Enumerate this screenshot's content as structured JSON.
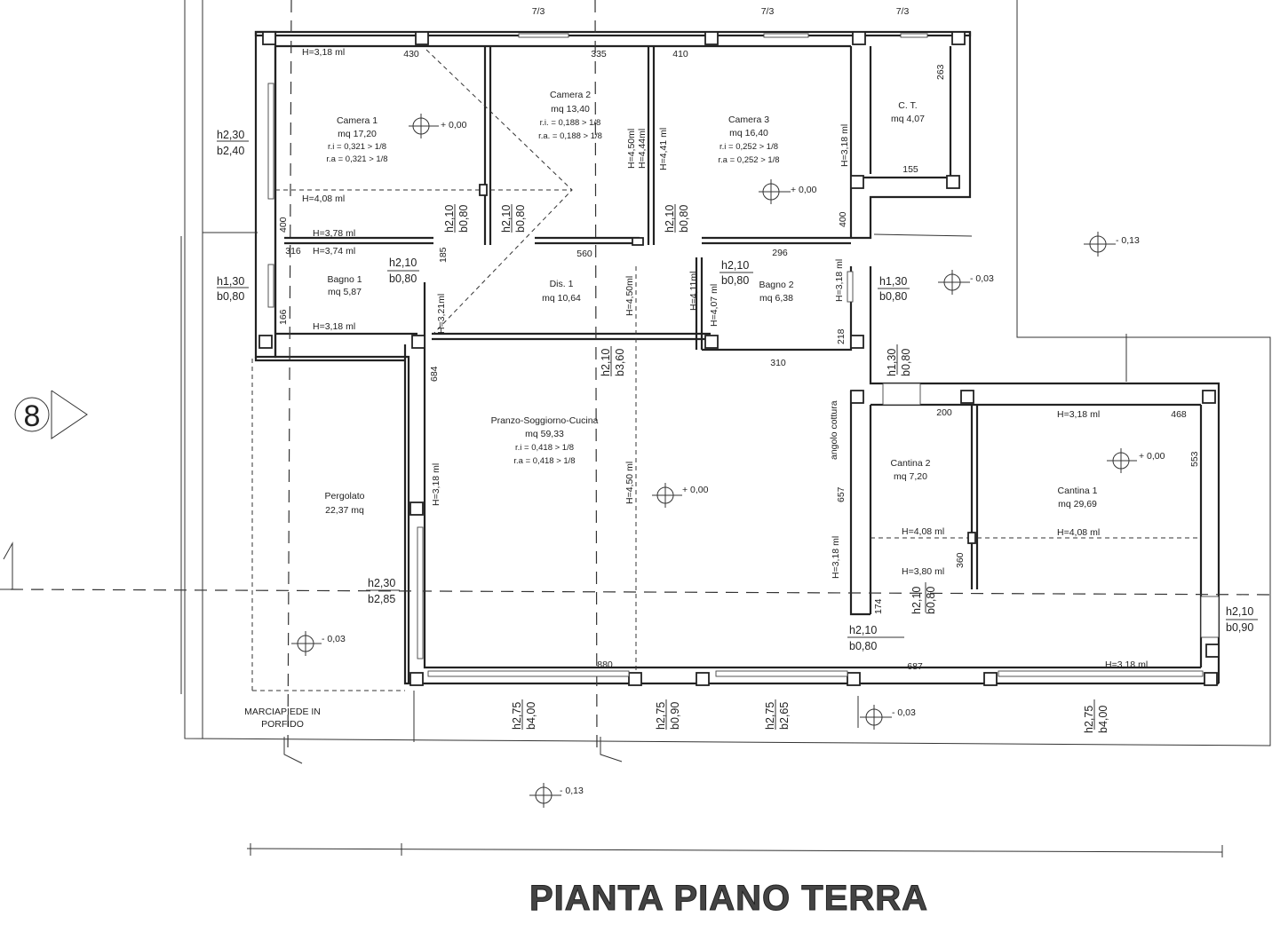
{
  "title": "PIANTA PIANO TERRA",
  "section_marker": "8",
  "top_labels": [
    "7/3",
    "7/3",
    "7/3"
  ],
  "rooms": {
    "camera1": {
      "name": "Camera 1",
      "area": "mq 17,20",
      "ri": "r.i = 0,321 > 1/8",
      "ra": "r.a = 0,321 > 1/8"
    },
    "camera2": {
      "name": "Camera 2",
      "area": "mq 13,40",
      "ri": "r.i. = 0,188 > 1/8",
      "ra": "r.a. = 0,188 > 1/8"
    },
    "camera3": {
      "name": "Camera 3",
      "area": "mq 16,40",
      "ri": "r.i = 0,252 > 1/8",
      "ra": "r.a = 0,252 > 1/8"
    },
    "ct": {
      "name": "C. T.",
      "area": "mq 4,07"
    },
    "bagno1": {
      "name": "Bagno 1",
      "area": "mq 5,87"
    },
    "dis1": {
      "name": "Dis. 1",
      "area": "mq 10,64"
    },
    "bagno2": {
      "name": "Bagno 2",
      "area": "mq 6,38"
    },
    "pranzo": {
      "name": "Pranzo-Soggiorno-Cucina",
      "area": "mq 59,33",
      "ri": "r.i = 0,418 > 1/8",
      "ra": "r.a = 0,418 > 1/8"
    },
    "pergolato": {
      "name": "Pergolato",
      "area": "22,37 mq"
    },
    "cantina2": {
      "name": "Cantina 2",
      "area": "mq 7,20"
    },
    "cantina1": {
      "name": "Cantina 1",
      "area": "mq 29,69"
    }
  },
  "heights": {
    "h318_cam1": "H=3,18 ml",
    "h408_cam1": "H=4,08 ml",
    "h378": "H=3,78 ml",
    "h374": "H=3,74 ml",
    "h318_bagno1": "H=3,18 ml",
    "h450_a": "H=4,50ml",
    "h444": "H=4,44ml",
    "h441": "H=4,41 ml",
    "h318_cam3": "H=3,18 ml",
    "h321": "H=3,21ml",
    "h450_b": "H=4,50ml",
    "h411": "H=4,11ml",
    "h407": "H=4,07 ml",
    "h318_bagno2": "H=3,18 ml",
    "h318_pranzo": "H=3,18 ml",
    "h450_c": "H=4,50 ml",
    "h318_c1": "H=3,18 ml",
    "h408_c2": "H=4,08 ml",
    "h408_c1": "H=4,08 ml",
    "h380": "H=3,80 ml",
    "h318_cant2": "H=3,18 ml",
    "h318_bottom": "H=3,18 ml"
  },
  "dimensions": {
    "d430": "430",
    "d335": "335",
    "d410": "410",
    "d263": "263",
    "d155": "155",
    "d400a": "400",
    "d400b": "400",
    "d316": "316",
    "d185": "185",
    "d560": "560",
    "d296": "296",
    "d166": "166",
    "d218": "218",
    "d310": "310",
    "d684": "684",
    "d200": "200",
    "d468": "468",
    "d553": "553",
    "d657": "657",
    "d360": "360",
    "d174": "174",
    "d880": "880",
    "d687": "687"
  },
  "openings": {
    "o1_h": "h2,30",
    "o1_b": "b2,40",
    "o2_h": "h2,10",
    "o2_b": "b0,80",
    "o3_h": "h2,10",
    "o3_b": "b0,80",
    "o4_h": "h2,10",
    "o4_b": "b0,80",
    "o5_h": "h1,30",
    "o5_b": "b0,80",
    "o6_h": "h2,10",
    "o6_b": "b0,80",
    "o7_h": "h2,10",
    "o7_b": "b0,80",
    "o8_h": "h1,30",
    "o8_b": "b0,80",
    "o9_h": "h2,10",
    "o9_b": "b3,60",
    "o10_h": "h1,30",
    "o10_b": "b0,80",
    "o11_h": "h2,30",
    "o11_b": "b2,85",
    "o12_h": "h2,10",
    "o12_b": "b0,80",
    "o13_h": "h2,10",
    "o13_b": "b0,80",
    "o14_h": "h2,10",
    "o14_b": "b0,90",
    "o15_h": "h2,75",
    "o15_b": "b4,00",
    "o16_h": "h2,75",
    "o16_b": "b0,90",
    "o17_h": "h2,75",
    "o17_b": "b2,65",
    "o18_h": "h2,75",
    "o18_b": "b4,00"
  },
  "levels": {
    "l_cam1": "+ 0,00",
    "l_cam3": "+ 0,00",
    "l_ext1": "- 0,13",
    "l_ext2": "- 0,03",
    "l_pranzo": "+ 0,00",
    "l_cant1": "+ 0,00",
    "l_perg": "- 0,03",
    "l_ext3": "- 0,03",
    "l_ext4": "- 0,13"
  },
  "notes": {
    "angolo": "angolo cottura",
    "marciapiede1": "MARCIAPIEDE IN",
    "marciapiede2": "PORFIDO"
  }
}
